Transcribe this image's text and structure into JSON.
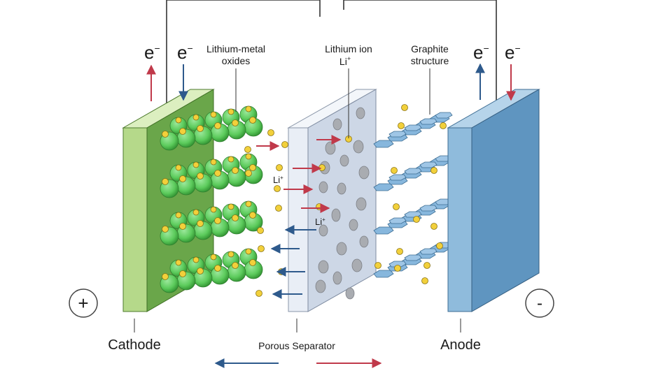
{
  "labels": {
    "electron_symbol": "e",
    "electron_charge": "−",
    "lithium_metal_oxides_line1": "Lithium-metal",
    "lithium_metal_oxides_line2": "oxides",
    "lithium_ion_line1": "Lithium ion",
    "lithium_ion_symbol": "Li",
    "ion_charge": "+",
    "graphite_line1": "Graphite",
    "graphite_line2": "structure",
    "cathode": "Cathode",
    "anode": "Anode",
    "separator": "Porous Separator",
    "positive_terminal": "+",
    "negative_terminal": "-"
  },
  "colors": {
    "cathode_front": "#c9e3a0",
    "cathode_face": "#7fb35a",
    "cathode_face_dark": "#5e9a3e",
    "sphere": "#5ccb5c",
    "sphere_dark": "#2f8f2f",
    "ion": "#f2d03b",
    "separator_front": "#e4ebf4",
    "separator_face": "#c6d2e2",
    "pore": "#a9acb1",
    "anode_face": "#6a9ec5",
    "anode_side": "#8fbbdc",
    "graphite": "#87b7dd",
    "red_arrow": "#c0394a",
    "blue_arrow": "#2e5a8c",
    "wire": "#333333"
  }
}
